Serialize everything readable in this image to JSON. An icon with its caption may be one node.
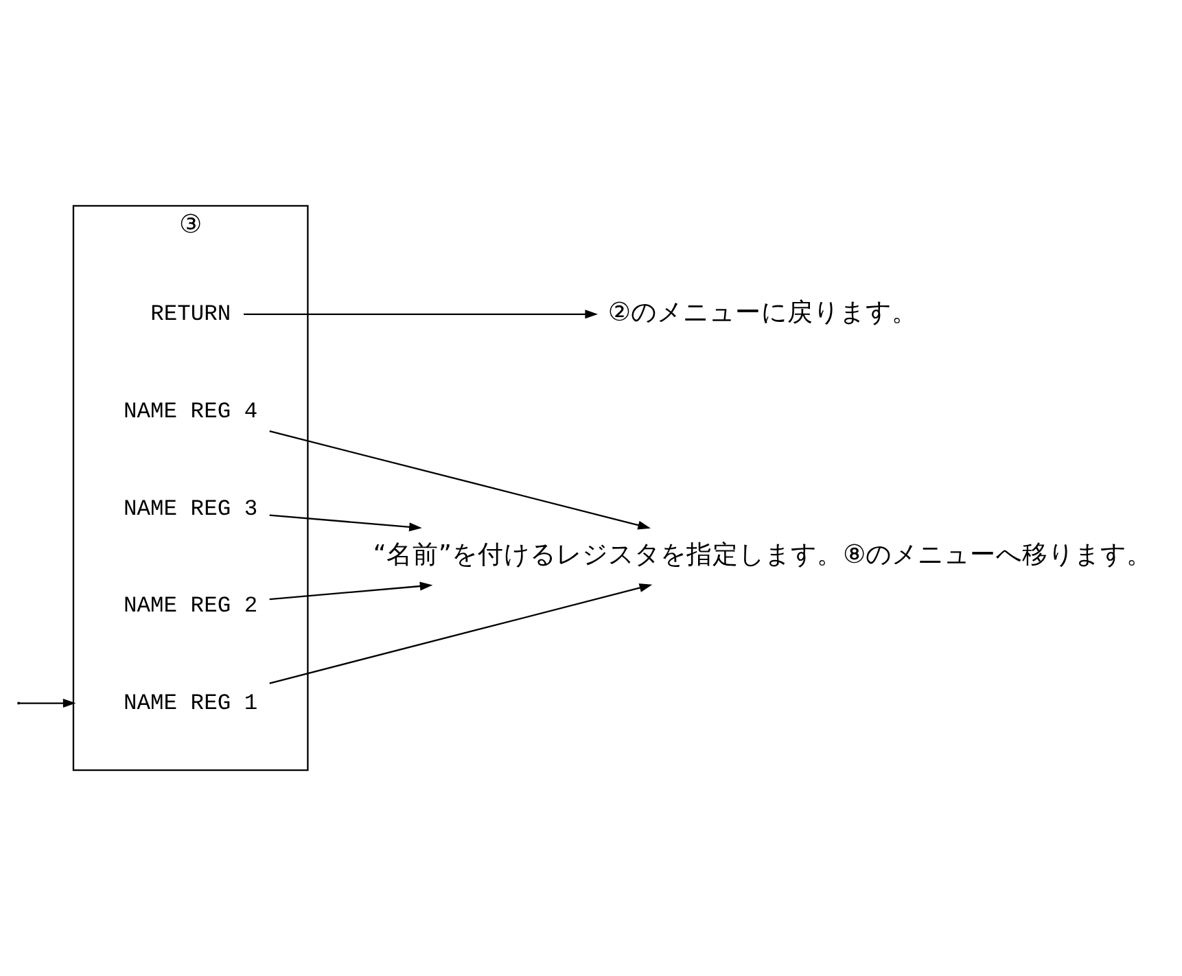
{
  "diagram": {
    "nodes": [
      {
        "text": [
          "③"
        ]
      },
      {
        "text": [
          "NAME REG 1"
        ],
        "in": 0
      },
      {
        "text": [
          "NAME REG 2"
        ],
        "in": 0
      },
      {
        "text": [
          "NAME REG 3"
        ],
        "in": 0
      },
      {
        "text": [
          "NAME REG 4"
        ],
        "in": 0
      },
      {
        "text": [
          "RETURN"
        ],
        "in": 0
      },
      {
        "text": [
          "“名前”を付けるレジスタを指定します。⑧のメニューへ移ります。"
        ]
      },
      {
        "text": [
          "②のメニューに戻ります。"
        ]
      }
    ],
    "edges": [
      {
        "from": null,
        "to": 0,
        "arrow": "to"
      },
      {
        "from": 1,
        "to": 6,
        "arrow": "to"
      },
      {
        "from": 2,
        "to": 6,
        "arrow": "to"
      },
      {
        "from": 3,
        "to": 6,
        "arrow": "to"
      },
      {
        "from": 4,
        "to": 6,
        "arrow": "to"
      },
      {
        "from": 5,
        "to": 7,
        "arrow": "to"
      }
    ]
  }
}
